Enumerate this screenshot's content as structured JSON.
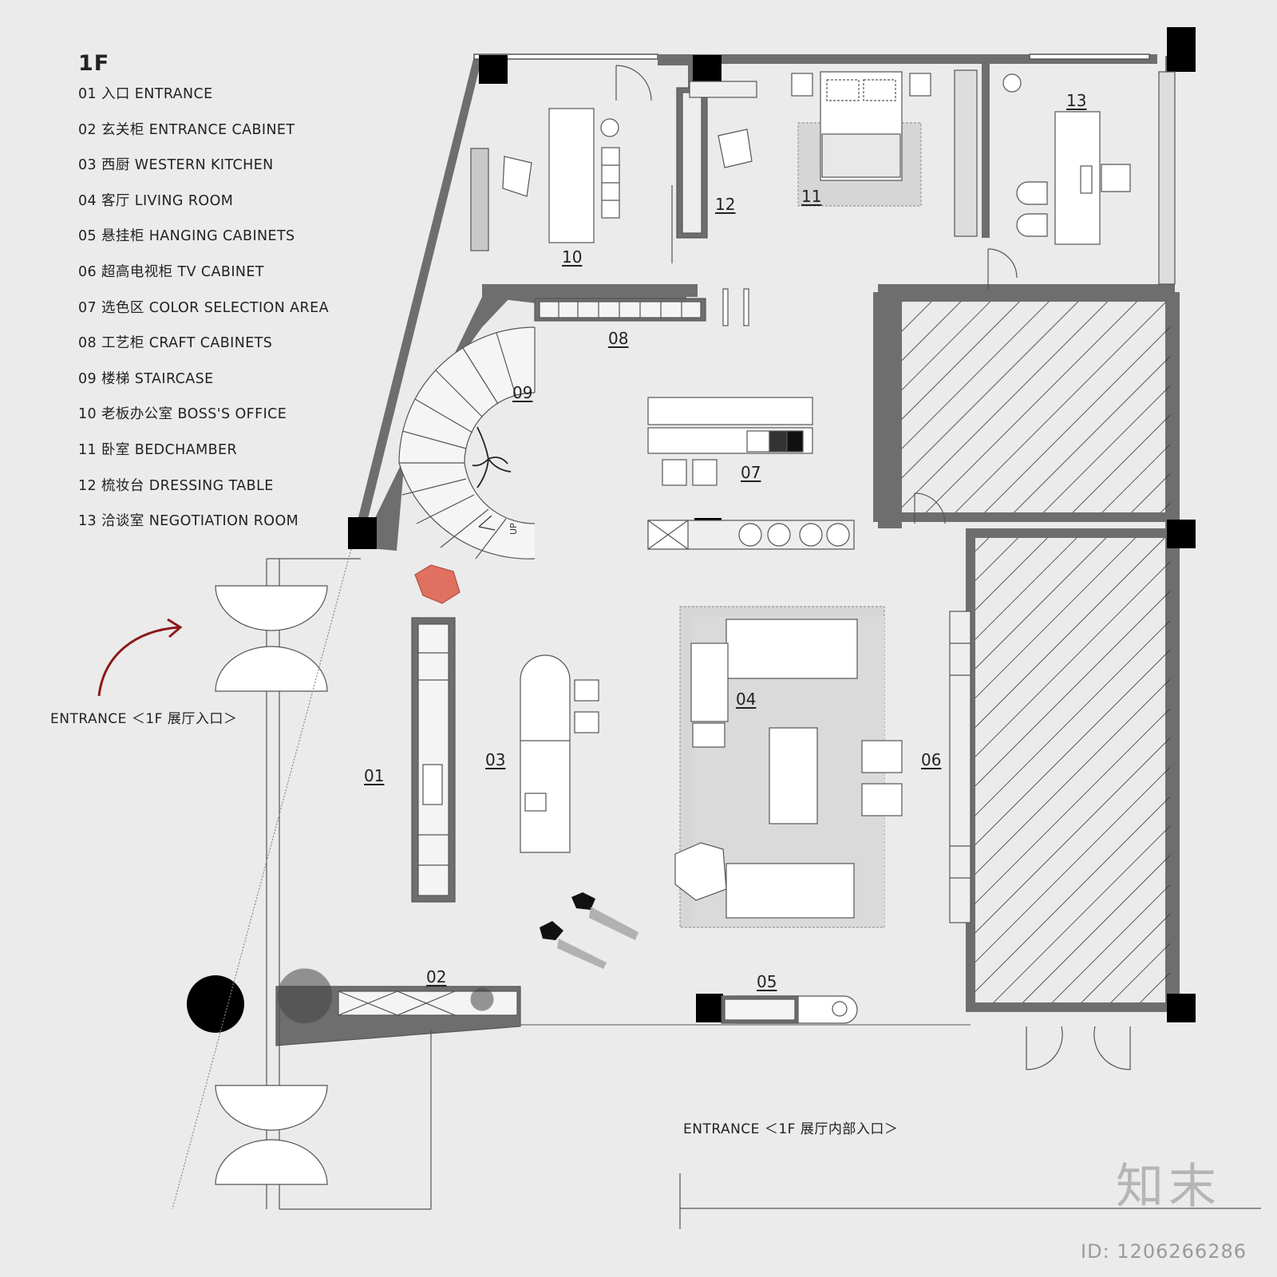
{
  "floor": "1F",
  "legend": [
    "01 入口 ENTRANCE",
    "02 玄关柜 ENTRANCE CABINET",
    "03 西厨 WESTERN KITCHEN",
    "04 客厅 LIVING ROOM",
    "05 悬挂柜 HANGING CABINETS",
    "06 超高电视柜 TV CABINET",
    "07 选色区 COLOR SELECTION AREA",
    "08 工艺柜 CRAFT CABINETS",
    "09 楼梯 STAIRCASE",
    "10 老板办公室 BOSS'S OFFICE",
    "11 卧室 BEDCHAMBER",
    "12 梳妆台 DRESSING TABLE",
    "13 洽谈室 NEGOTIATION ROOM"
  ],
  "labels": {
    "01": "01",
    "02": "02",
    "03": "03",
    "04": "04",
    "05": "05",
    "06": "06",
    "07": "07",
    "08": "08",
    "09": "09",
    "10": "10",
    "11": "11",
    "12": "12",
    "13": "13"
  },
  "stair_text": "UP",
  "entrance_main": "ENTRANCE ＜1F 展厅入口＞",
  "entrance_inner": "ENTRANCE ＜1F 展厅内部入口＞",
  "brand": "知末",
  "image_id": "ID: 1206266286",
  "colors": {
    "wall": "#6e6e6e",
    "column": "#000000",
    "floor": "#ebebeb",
    "rug": "#d6d6d6",
    "accent_arrow": "#8b1a1a",
    "rock": "#e07060"
  }
}
